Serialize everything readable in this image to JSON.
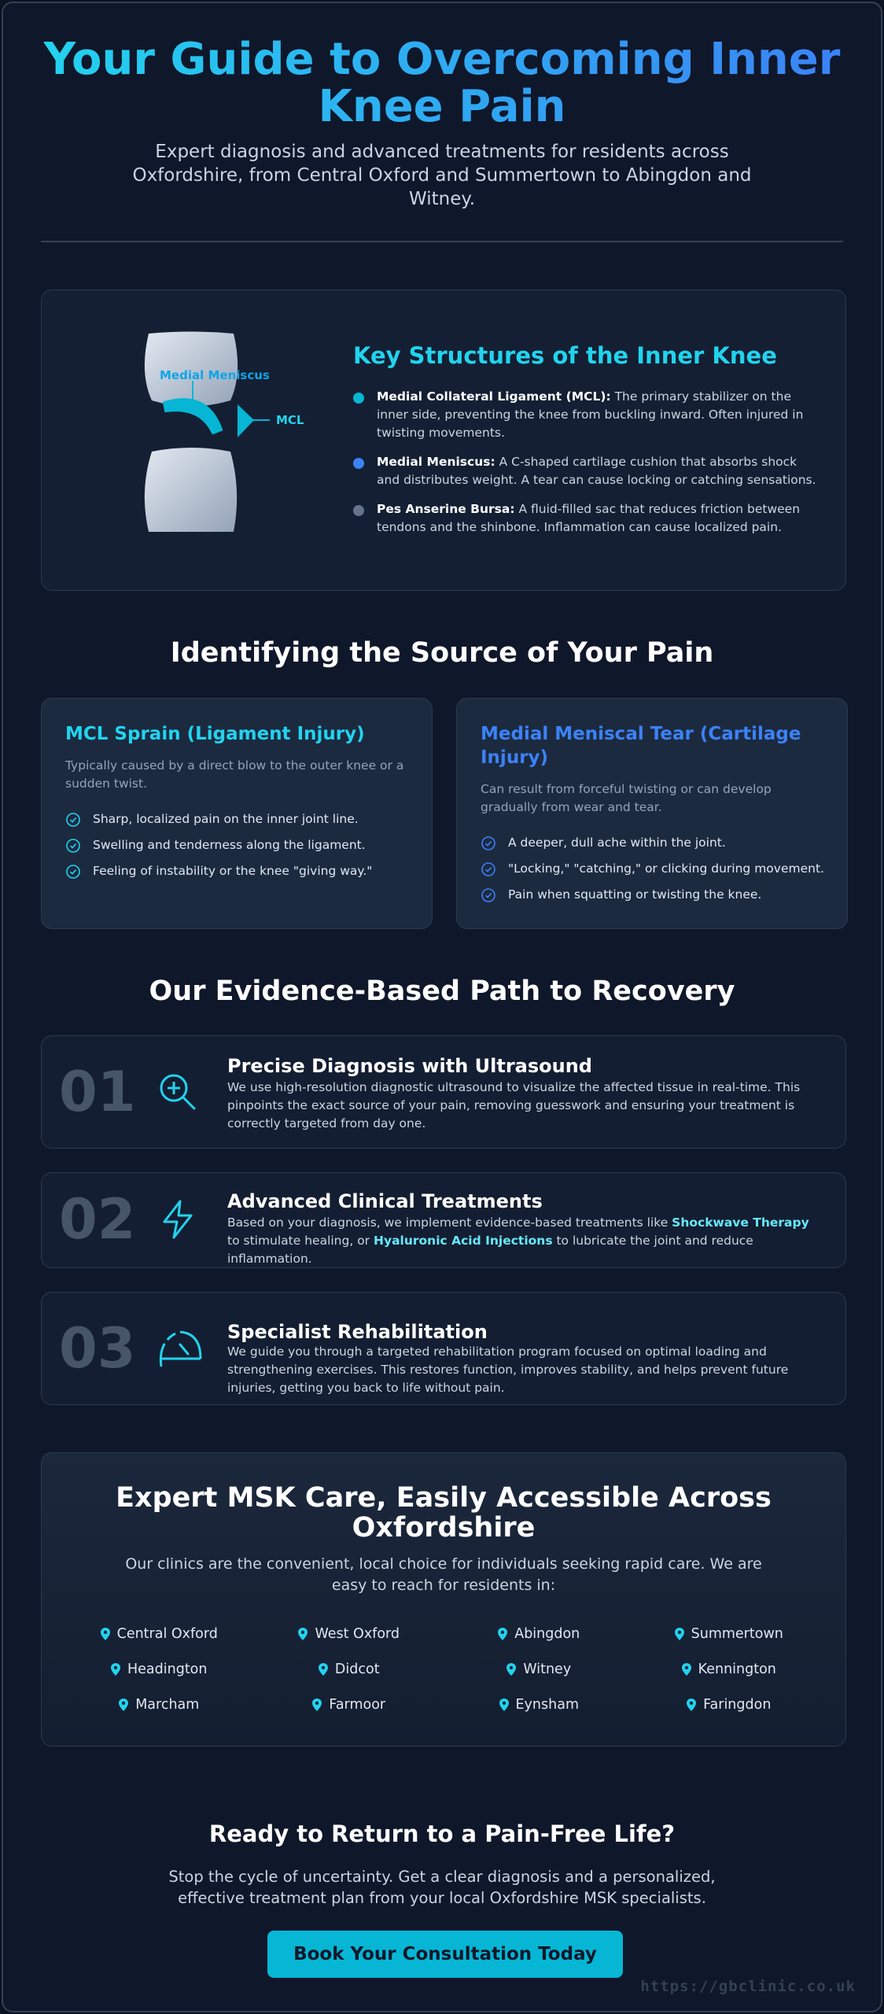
{
  "header": {
    "title": "Your Guide to Overcoming Inner Knee Pain",
    "subtitle": "Expert diagnosis and advanced treatments for residents across Oxfordshire, from Central Oxford and Summertown to Abingdon and Witney."
  },
  "anatomy": {
    "diagram_labels": {
      "meniscus": "Medial Meniscus",
      "mcl": "MCL"
    },
    "title": "Key Structures of the Inner Knee",
    "items": [
      {
        "name": "Medial Collateral Ligament (MCL):",
        "text": "The primary stabilizer on the inner side, preventing the knee from buckling inward. Often injured in twisting movements.",
        "color": "#06b6d4"
      },
      {
        "name": "Medial Meniscus:",
        "text": "A C-shaped cartilage cushion that absorbs shock and distributes weight. A tear can cause locking or catching sensations.",
        "color": "#3b82f6"
      },
      {
        "name": "Pes Anserine Bursa:",
        "text": "A fluid-filled sac that reduces friction between tendons and the shinbone. Inflammation can cause localized pain.",
        "color": "#64748b"
      }
    ]
  },
  "identify": {
    "title": "Identifying the Source of Your Pain",
    "cards": [
      {
        "title": "MCL Sprain (Ligament Injury)",
        "desc": "Typically caused by a direct blow to the outer knee or a sudden twist.",
        "color": "#22d3ee",
        "symptoms": [
          "Sharp, localized pain on the inner joint line.",
          "Swelling and tenderness along the ligament.",
          "Feeling of instability or the knee \"giving way.\""
        ]
      },
      {
        "title": "Medial Meniscal Tear (Cartilage Injury)",
        "desc": "Can result from forceful twisting or can develop gradually from wear and tear.",
        "color": "#3b82f6",
        "symptoms": [
          "A deeper, dull ache within the joint.",
          "\"Locking,\" \"catching,\" or clicking during movement.",
          "Pain when squatting or twisting the knee."
        ]
      }
    ]
  },
  "recovery": {
    "title": "Our Evidence-Based Path to Recovery",
    "steps": [
      {
        "num": "01",
        "icon": "magnify-plus-icon",
        "title": "Precise Diagnosis with Ultrasound",
        "text": "We use high-resolution diagnostic ultrasound to visualize the affected tissue in real-time. This pinpoints the exact source of your pain, removing guesswork and ensuring your treatment is correctly targeted from day one."
      },
      {
        "num": "02",
        "icon": "lightning-bolt-icon",
        "title": "Advanced Clinical Treatments",
        "text_a": "Based on your diagnosis, we implement evidence-based treatments like ",
        "hl_1": "Shockwave Therapy",
        "text_b": " to stimulate healing, or ",
        "hl_2": "Hyaluronic Acid Injections",
        "text_c": " to lubricate the joint and reduce inflammation."
      },
      {
        "num": "03",
        "icon": "gauge-icon",
        "title": "Specialist Rehabilitation",
        "text": "We guide you through a targeted rehabilitation program focused on optimal loading and strengthening exercises. This restores function, improves stability, and helps prevent future injuries, getting you back to life without pain."
      }
    ]
  },
  "access": {
    "title": "Expert MSK Care, Easily Accessible Across Oxfordshire",
    "lead": "Our clinics are the convenient, local choice for individuals seeking rapid care. We are easy to reach for residents in:",
    "locations": [
      "Central Oxford",
      "West Oxford",
      "Abingdon",
      "Summertown",
      "Headington",
      "Didcot",
      "Witney",
      "Kennington",
      "Marcham",
      "Farmoor",
      "Eynsham",
      "Faringdon"
    ]
  },
  "cta": {
    "title": "Ready to Return to a Pain-Free Life?",
    "text": "Stop the cycle of uncertainty. Get a clear diagnosis and a personalized, effective treatment plan from your local Oxfordshire MSK specialists.",
    "button": "Book Your Consultation Today"
  },
  "footer": {
    "url": "https://gbclinic.co.uk"
  }
}
